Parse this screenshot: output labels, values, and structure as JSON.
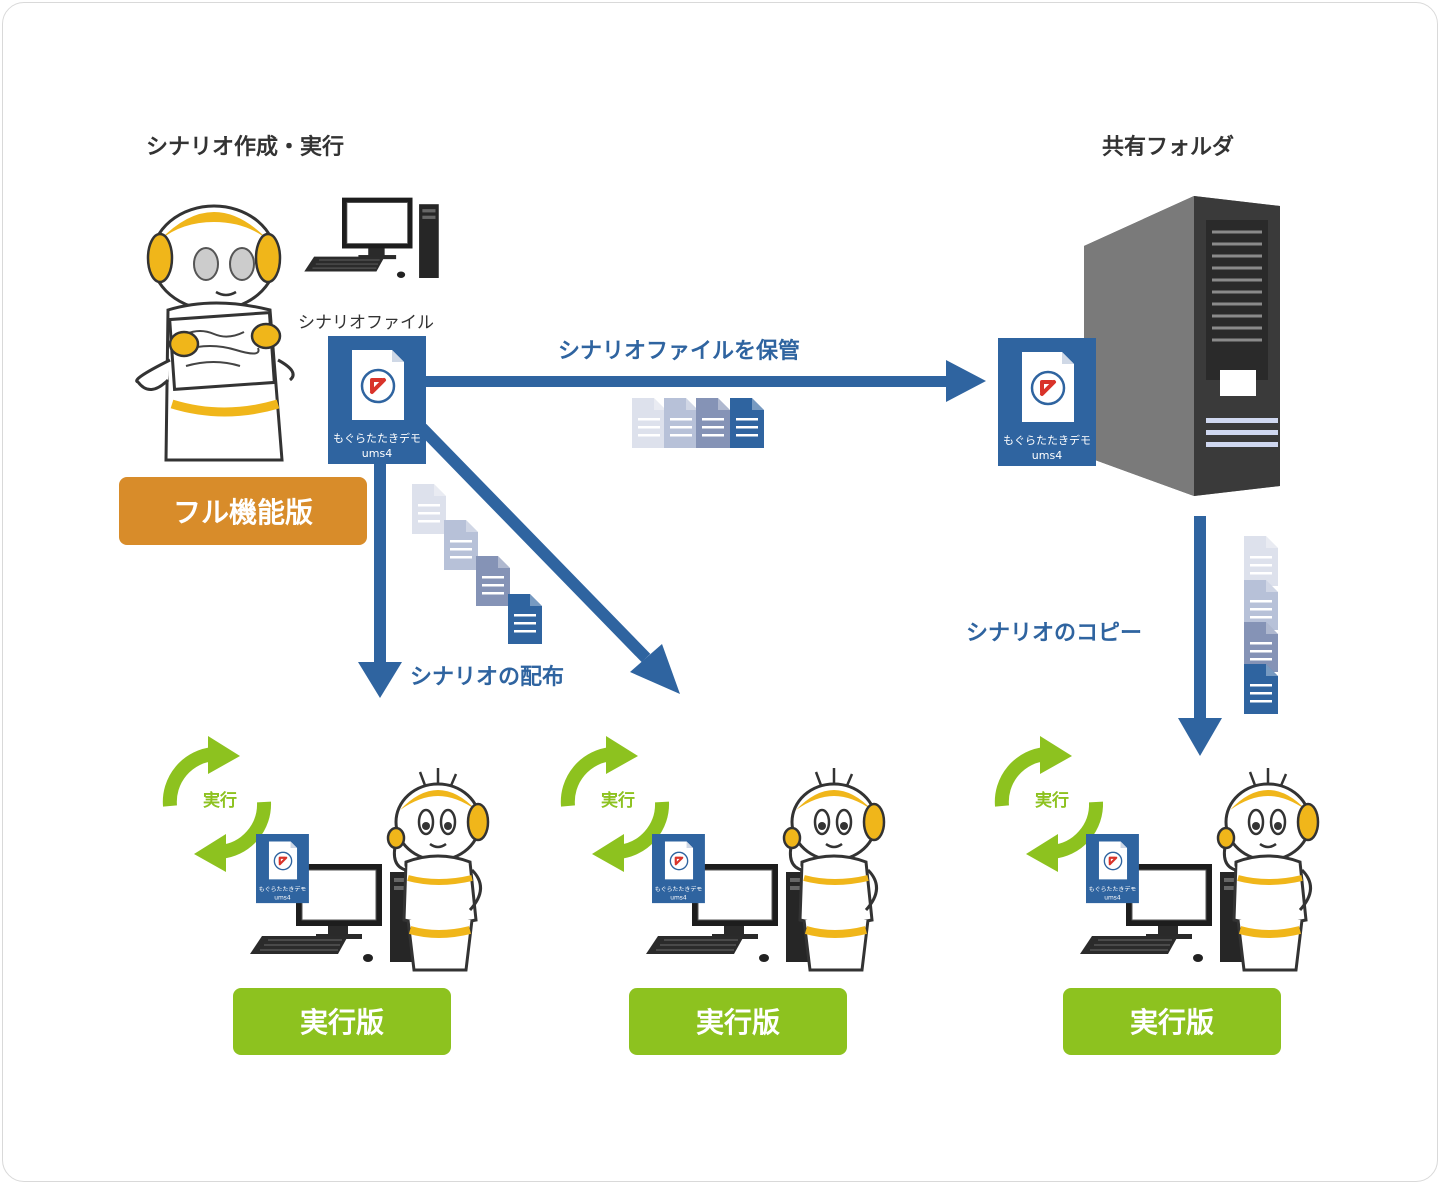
{
  "creator": {
    "heading": "シナリオ作成・実行",
    "file_caption": "シナリオファイル",
    "badge": "フル機能版"
  },
  "shared": {
    "heading": "共有フォルダ"
  },
  "file_icon": {
    "name_line1": "もぐらたたきデモ",
    "name_line2": "ums4"
  },
  "flows": {
    "store": "シナリオファイルを保管",
    "distribute": "シナリオの配布",
    "copy": "シナリオのコピー"
  },
  "runners": [
    {
      "cycle_label": "実行",
      "badge": "実行版"
    },
    {
      "cycle_label": "実行",
      "badge": "実行版"
    },
    {
      "cycle_label": "実行",
      "badge": "実行版"
    }
  ],
  "colors": {
    "arrow_blue": "#2f64a0",
    "badge_orange": "#d88c2a",
    "badge_green": "#8dc21f",
    "robot_yellow": "#f0b61a"
  }
}
